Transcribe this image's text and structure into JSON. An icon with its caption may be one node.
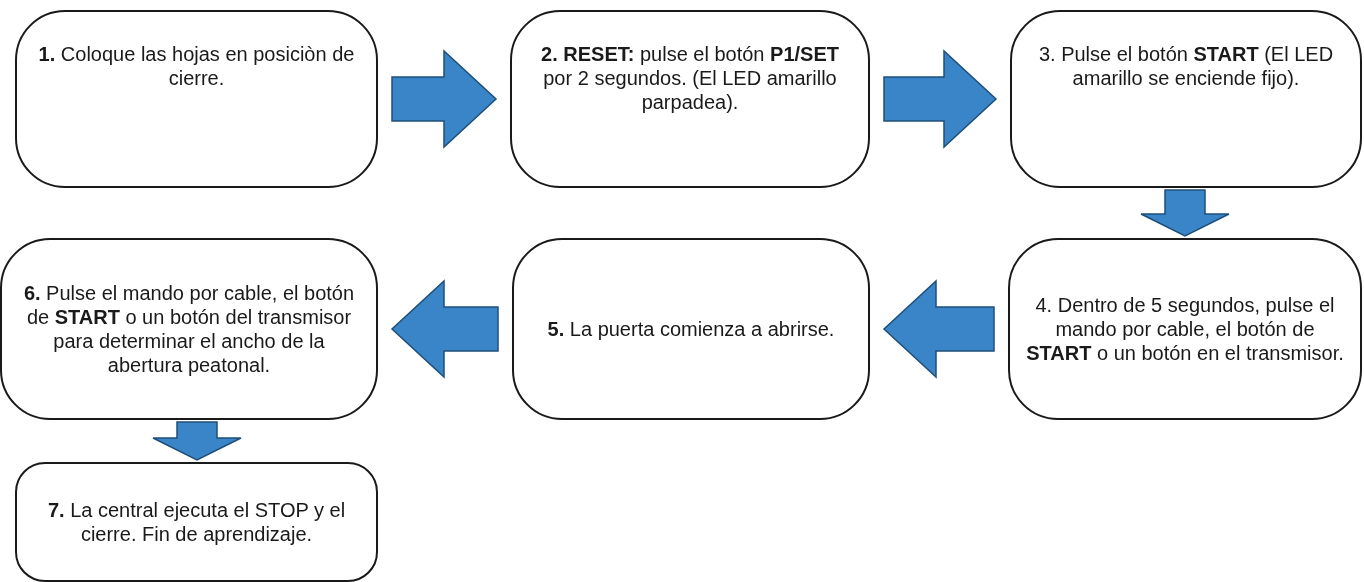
{
  "diagram": {
    "nodes": [
      {
        "text": [
          "**1.** Coloque las hojas en posiciòn de cierre."
        ]
      },
      {
        "text": [
          "**2. RESET:** pulse el botón **P1/SET** por 2 segundos. (El LED amarillo parpadea)."
        ]
      },
      {
        "text": [
          "3. Pulse el botón **START** (El LED amarillo se enciende fijo)."
        ]
      },
      {
        "text": [
          "4. Dentro de 5 segundos, pulse el mando por cable, el botón de **START** o un botón en el transmisor."
        ]
      },
      {
        "text": [
          "**5.** La puerta comienza a abrirse."
        ]
      },
      {
        "text": [
          "**6.** Pulse el mando por cable, el botón de **START** o un botón del transmisor para determinar el ancho de la abertura peatonal."
        ]
      },
      {
        "text": [
          "**7.** La central ejecuta el STOP y el cierre. Fin de aprendizaje."
        ]
      }
    ],
    "edges": [
      {
        "from": 0,
        "to": 1,
        "arrow": "to"
      },
      {
        "from": 1,
        "to": 2,
        "arrow": "to"
      },
      {
        "from": 2,
        "to": 3,
        "arrow": "to"
      },
      {
        "from": 3,
        "to": 4,
        "arrow": "to"
      },
      {
        "from": 4,
        "to": 5,
        "arrow": "to"
      },
      {
        "from": 5,
        "to": 6,
        "arrow": "to"
      }
    ]
  }
}
